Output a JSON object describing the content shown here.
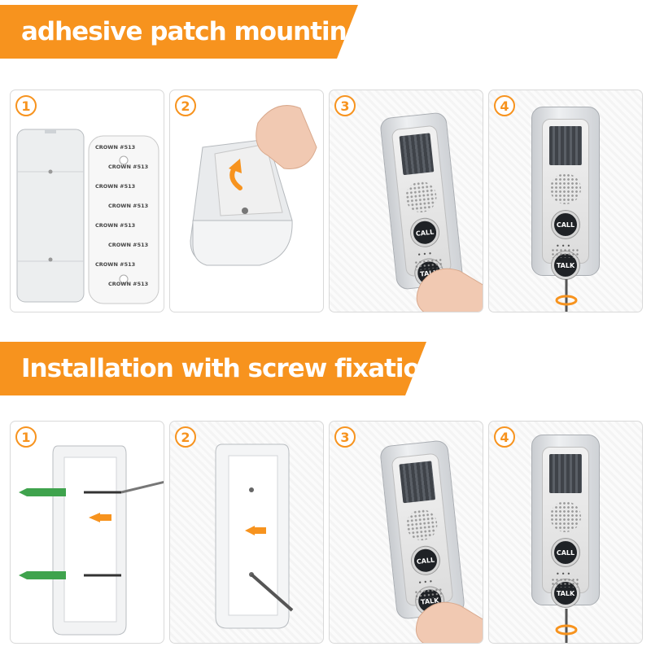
{
  "sections": [
    {
      "title": "adhesive patch mounting",
      "steps": [
        "1",
        "2",
        "3",
        "4"
      ],
      "sticker_text": "CROWN #513",
      "device": {
        "call_label": "CALL",
        "talk_label": "TALK"
      }
    },
    {
      "title": "Installation with screw fixation",
      "steps": [
        "1",
        "2",
        "3",
        "4"
      ],
      "device": {
        "call_label": "CALL",
        "talk_label": "TALK"
      }
    }
  ],
  "colors": {
    "accent": "#f7931e",
    "anchor": "#3fa34d"
  },
  "icons": [
    "arrow-icon",
    "bell-icon",
    "screw-icon",
    "screwdriver-icon"
  ]
}
